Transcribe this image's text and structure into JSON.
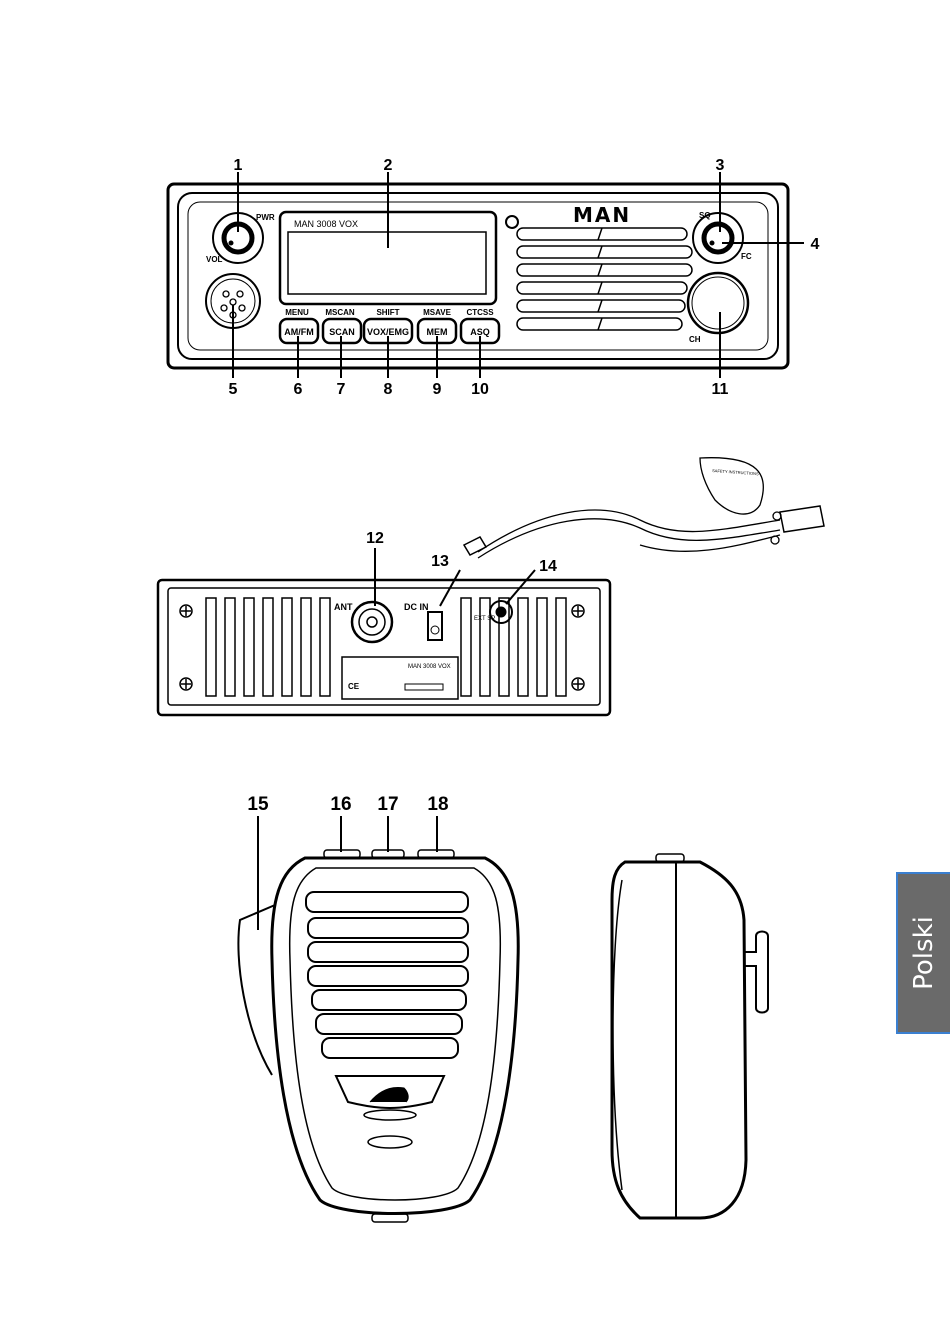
{
  "front_panel": {
    "model": "MAN 3008 VOX",
    "brand": "MAN",
    "knob_labels": {
      "pwr": "PWR",
      "vol": "VOL",
      "sq": "SQ",
      "fc": "FC",
      "ch": "CH"
    },
    "buttons": [
      {
        "label": "AM/FM",
        "secondary": "MENU"
      },
      {
        "label": "SCAN",
        "secondary": "MSCAN"
      },
      {
        "label": "VOX/EMG",
        "secondary": "SHIFT"
      },
      {
        "label": "MEM",
        "secondary": "MSAVE"
      },
      {
        "label": "ASQ",
        "secondary": "CTCSS"
      }
    ]
  },
  "back_panel": {
    "ant": "ANT",
    "dc_in": "DC IN",
    "ext_sp": "EXT SP",
    "sticker_model": "MAN 3008 VOX",
    "ce": "CE",
    "cable_tag": "SAFETY INSTRUCTIONS"
  },
  "callouts": [
    "1",
    "2",
    "3",
    "4",
    "5",
    "6",
    "7",
    "8",
    "9",
    "10",
    "11",
    "12",
    "13",
    "14",
    "15",
    "16",
    "17",
    "18"
  ],
  "language_tab": "Polski",
  "colors": {
    "tab_background": "#6a6a6a",
    "tab_border": "#3a7fd0",
    "tab_text": "#ffffff"
  }
}
